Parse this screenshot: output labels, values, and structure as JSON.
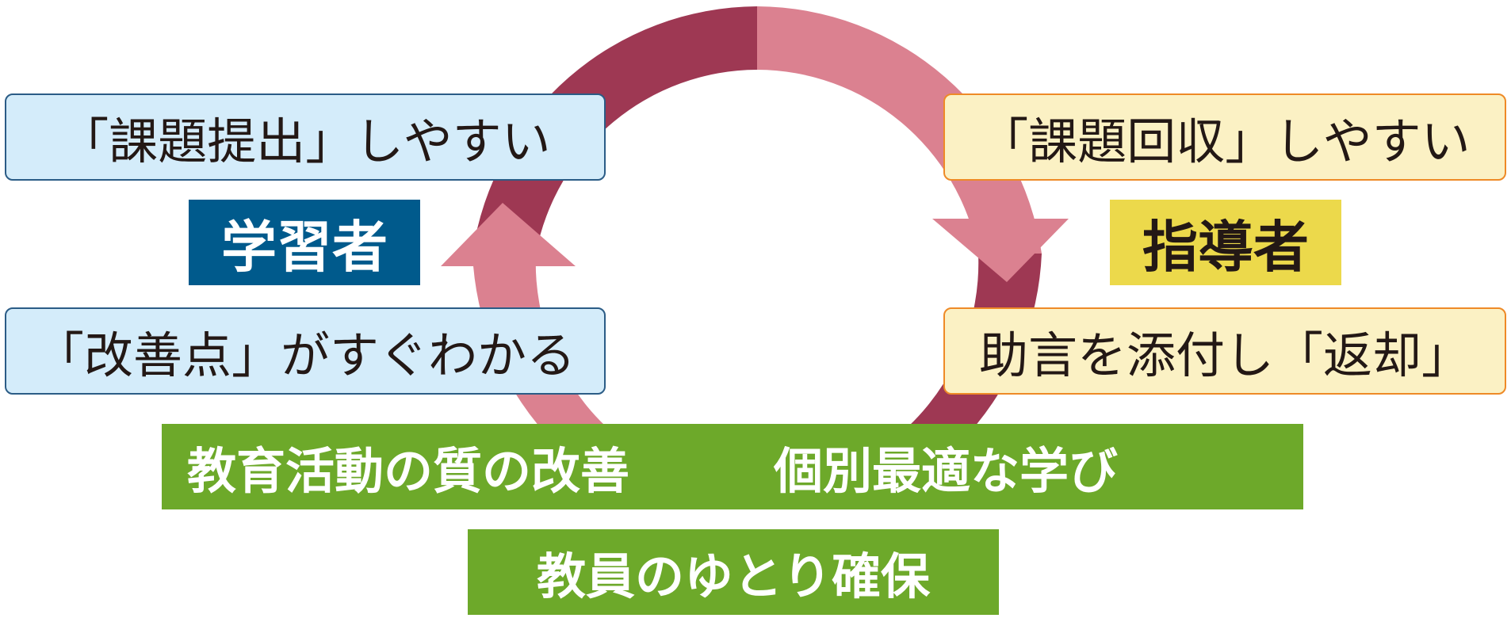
{
  "learner": {
    "label": "学習者",
    "top_box": "「課題提出」しやすい",
    "bottom_box": "「改善点」がすぐわかる"
  },
  "teacher": {
    "label": "指導者",
    "top_box": "「課題回収」しやすい",
    "bottom_box": "助言を添付し「返却」"
  },
  "outcomes": {
    "band_left": "教育活動の質の改善",
    "band_right": "個別最適な学び",
    "bottom": "教員のゆとり確保"
  },
  "colors": {
    "arrow_dark": "#9e3853",
    "arrow_light": "#db8190",
    "learner_label": "#005a8c",
    "teacher_label": "#ecd94b",
    "blue_box": "#d4ecfa",
    "yellow_box": "#fbf1c4",
    "band": "#6da92a"
  }
}
